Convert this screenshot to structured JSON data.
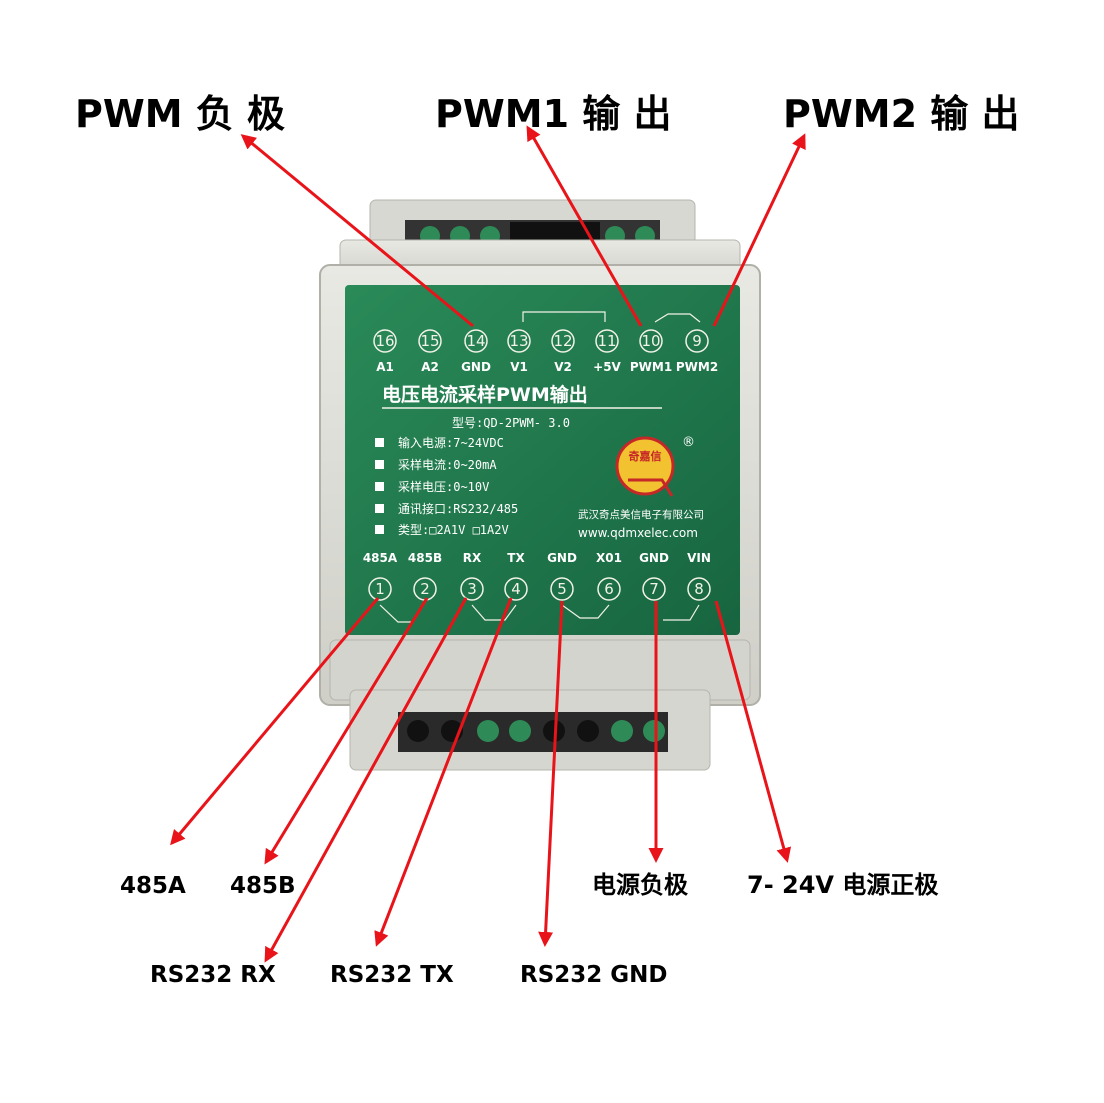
{
  "callouts": {
    "pwm_negative": "PWM 负 极",
    "pwm1_output": "PWM1 输 出",
    "pwm2_output": "PWM2 输 出",
    "rs485a": "485A",
    "rs485b": "485B",
    "rs232_rx": "RS232 RX",
    "rs232_tx": "RS232 TX",
    "rs232_gnd": "RS232 GND",
    "power_negative": "电源负极",
    "power_positive": "7- 24V 电源正极"
  },
  "top_pins": [
    {
      "num": "16",
      "label": "A1"
    },
    {
      "num": "15",
      "label": "A2"
    },
    {
      "num": "14",
      "label": "GND"
    },
    {
      "num": "13",
      "label": "V1"
    },
    {
      "num": "12",
      "label": "V2"
    },
    {
      "num": "11",
      "label": "+5V"
    },
    {
      "num": "10",
      "label": "PWM1"
    },
    {
      "num": "9",
      "label": "PWM2"
    }
  ],
  "bottom_pins": [
    {
      "num": "1",
      "label": "485A"
    },
    {
      "num": "2",
      "label": "485B"
    },
    {
      "num": "3",
      "label": "RX"
    },
    {
      "num": "4",
      "label": "TX"
    },
    {
      "num": "5",
      "label": "GND"
    },
    {
      "num": "6",
      "label": "X01"
    },
    {
      "num": "7",
      "label": "GND"
    },
    {
      "num": "8",
      "label": "VIN"
    }
  ],
  "panel": {
    "title": "电压电流采样PWM输出",
    "model": "型号:QD-2PWM- 3.0",
    "specs": [
      "输入电源:7~24VDC",
      "采样电流:0~20mA",
      "采样电压:0~10V",
      "通讯接口:RS232/485",
      "类型:□2A1V  □1A2V"
    ],
    "logo_text": "奇嘉信",
    "registered": "®",
    "company": "武汉奇点美信电子有限公司",
    "website": "www.qdmxelec.com"
  },
  "colors": {
    "arrow": "#e8141a",
    "panel": "#1f7a4d",
    "housing": "#dcdcd6",
    "terminal": "#2e8b57"
  }
}
